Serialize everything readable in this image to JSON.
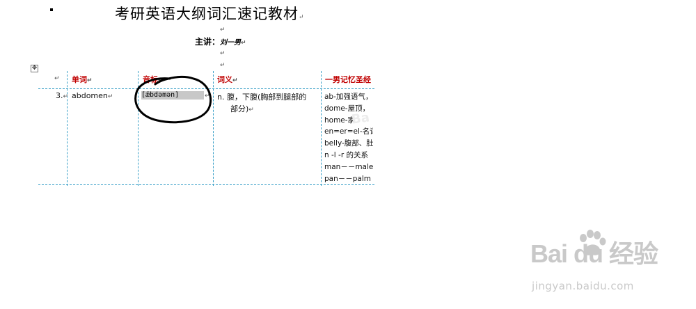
{
  "document": {
    "title": "考研英语大纲词汇速记教材",
    "lecturer": {
      "label": "主讲：",
      "name": "刘一男"
    },
    "table": {
      "headers": {
        "word": "单词",
        "phonetic": "音标",
        "meaning": "词义",
        "memory": "一男记忆圣经"
      },
      "row": {
        "number": "3.",
        "word": "abdomen",
        "phonetic": "[ǽbdəmən]",
        "pos": "n.",
        "meaning_line1": "腹，下腹(胸部到腿部的",
        "meaning_line2": "部分)",
        "memory_lines": [
          "ab-加强语气，",
          "dome-屋顶，",
          "home-家",
          "en=er=el-名词",
          "belly-腹部、肚",
          "n -l -r  的关系",
          "man－－male",
          "pan－－palm"
        ]
      }
    }
  },
  "watermark": {
    "logo": "Bai du 经验",
    "url": "jingyan.baidu.com"
  },
  "colors": {
    "header_red": "#c00000",
    "gridline": "#3aa0c8",
    "highlight": "#c8c8c8",
    "watermark": "#c9c9c9"
  }
}
